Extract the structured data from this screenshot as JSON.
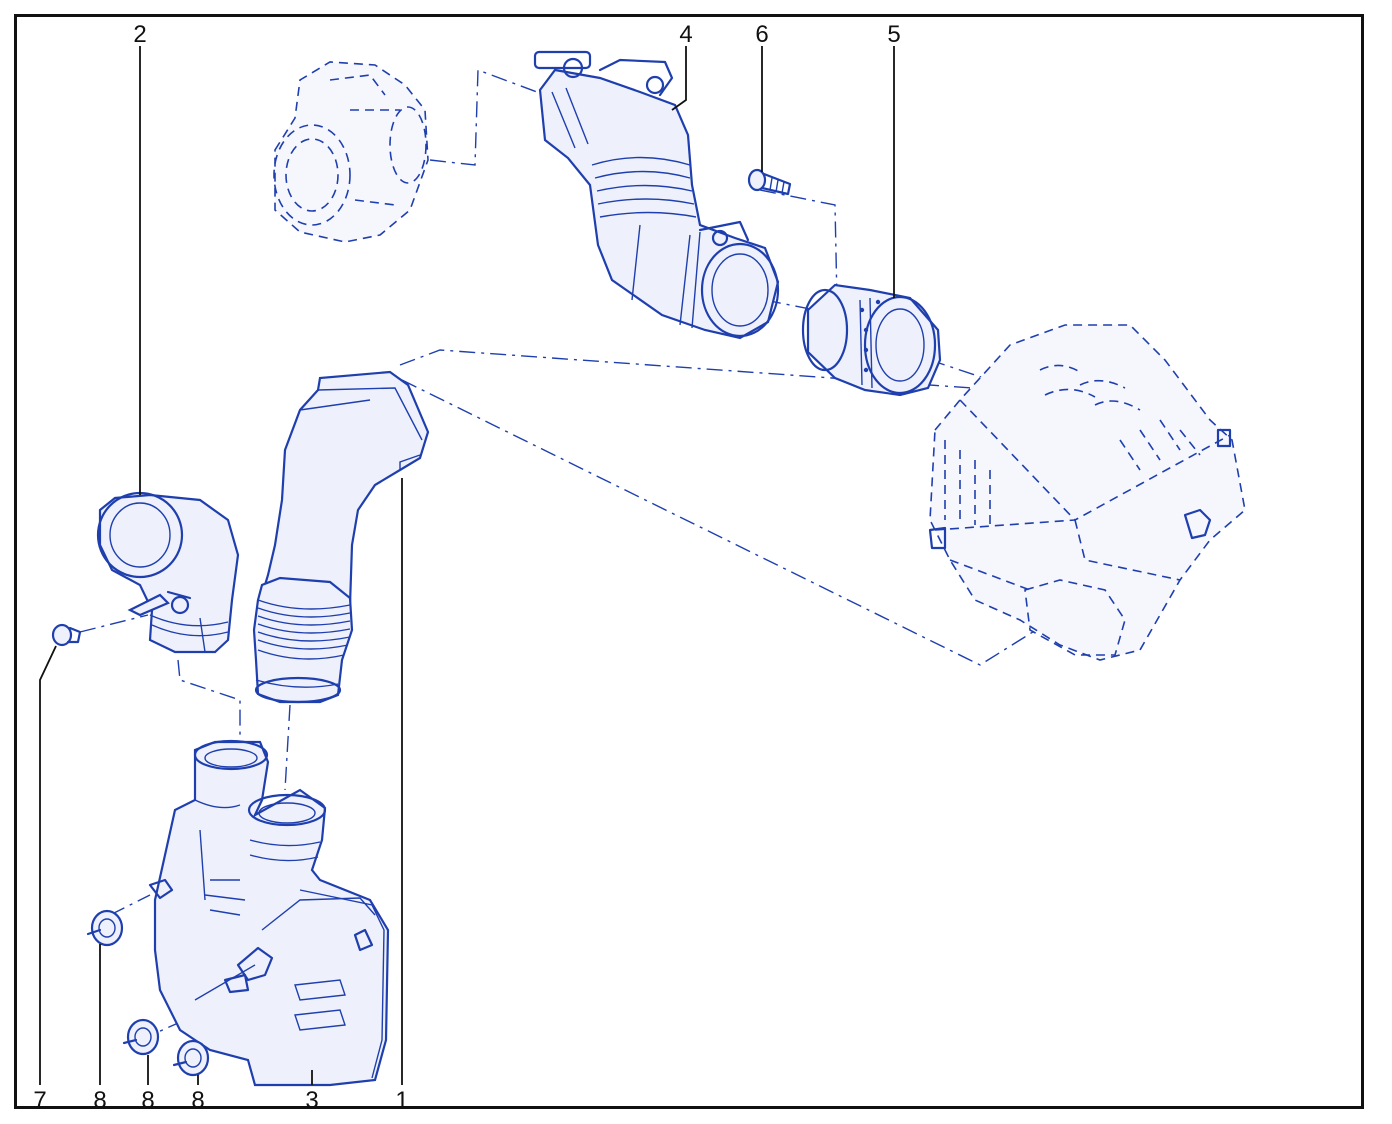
{
  "diagram": {
    "callouts": [
      {
        "id": "c1",
        "label": "1"
      },
      {
        "id": "c2",
        "label": "2"
      },
      {
        "id": "c3",
        "label": "3"
      },
      {
        "id": "c4",
        "label": "4"
      },
      {
        "id": "c5",
        "label": "5"
      },
      {
        "id": "c6",
        "label": "6"
      },
      {
        "id": "c7",
        "label": "7"
      },
      {
        "id": "c8a",
        "label": "8"
      },
      {
        "id": "c8b",
        "label": "8"
      },
      {
        "id": "c8c",
        "label": "8"
      }
    ],
    "colors": {
      "line": "#1f3fae",
      "frame": "#111111",
      "background": "#ffffff"
    }
  }
}
